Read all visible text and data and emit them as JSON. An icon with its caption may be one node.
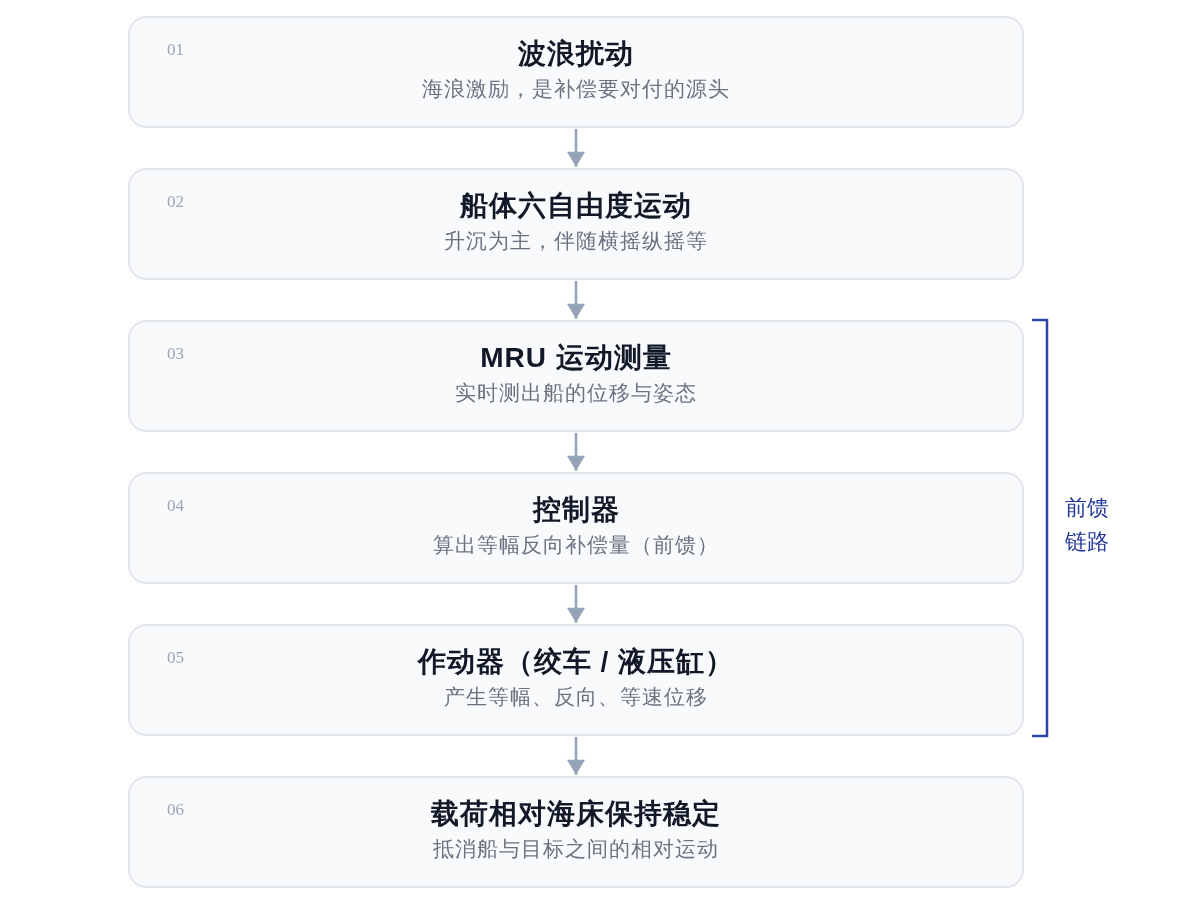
{
  "diagram": {
    "nodes": [
      {
        "text": [
          "01",
          "波浪扰动",
          "海浪激励，是补偿要对付的源头"
        ]
      },
      {
        "text": [
          "02",
          "船体六自由度运动",
          "升沉为主，伴随横摇纵摇等"
        ]
      },
      {
        "text": [
          "03",
          "MRU 运动测量",
          "实时测出船的位移与姿态"
        ]
      },
      {
        "text": [
          "04",
          "控制器",
          "算出等幅反向补偿量（前馈）"
        ]
      },
      {
        "text": [
          "05",
          "作动器（绞车 / 液压缸）",
          "产生等幅、反向、等速位移"
        ]
      },
      {
        "text": [
          "06",
          "载荷相对海床保持稳定",
          "抵消船与目标之间的相对运动"
        ]
      }
    ],
    "edges": [
      {
        "from": 0,
        "to": 1,
        "arrow": "to"
      },
      {
        "from": 1,
        "to": 2,
        "arrow": "to"
      },
      {
        "from": 2,
        "to": 3,
        "arrow": "to"
      },
      {
        "from": 3,
        "to": 4,
        "arrow": "to"
      },
      {
        "from": 4,
        "to": 5,
        "arrow": "to"
      }
    ],
    "labels": [
      "前馈链路"
    ]
  }
}
